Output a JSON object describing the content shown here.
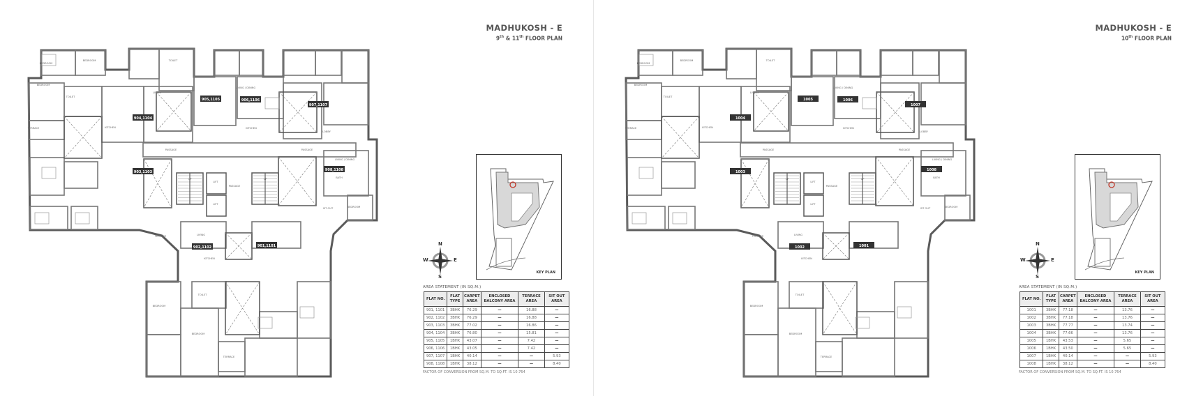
{
  "pages": [
    {
      "title": "MADHUKOSH - E",
      "subtitle": {
        "a": "9",
        "a_sup": "th",
        "b": " & 11",
        "b_sup": "th",
        "c": " FLOOR PLAN"
      },
      "flats": [
        "904,1104",
        "905,1105",
        "906,1106",
        "907,1107",
        "903,1103",
        "908,1108",
        "902,1102",
        "901,1101"
      ],
      "key_plan_label": "KEY PLAN",
      "area_statement_title": "AREA STATEMENT (IN SQ.M.)",
      "table": {
        "headers": [
          "FLAT NO.",
          "FLAT TYPE",
          "CARPET AREA",
          "ENCLOSED BALCONY AREA",
          "TERRACE AREA",
          "SIT OUT AREA"
        ],
        "rows": [
          [
            "901, 1101",
            "3BHK",
            "76.29",
            "—",
            "16.88",
            "—"
          ],
          [
            "902, 1102",
            "3BHK",
            "76.29",
            "—",
            "16.88",
            "—"
          ],
          [
            "903, 1103",
            "3BHK",
            "77.02",
            "—",
            "16.86",
            "—"
          ],
          [
            "904, 1104",
            "3BHK",
            "76.80",
            "—",
            "15.81",
            "—"
          ],
          [
            "905, 1105",
            "1BHK",
            "43.07",
            "—",
            "7.42",
            "—"
          ],
          [
            "906, 1106",
            "1BHK",
            "43.05",
            "—",
            "7.42",
            "—"
          ],
          [
            "907, 1107",
            "1BHK",
            "40.14",
            "—",
            "—",
            "5.93"
          ],
          [
            "908, 1108",
            "1BHK",
            "38.12",
            "—",
            "—",
            "8.40"
          ]
        ]
      },
      "footnote": "FACTOR OF CONVERSION FROM SQ.M. TO SQ.FT. IS 10.764"
    },
    {
      "title": "MADHUKOSH - E",
      "subtitle": {
        "a": "10",
        "a_sup": "th",
        "b": "",
        "b_sup": "",
        "c": " FLOOR PLAN"
      },
      "flats": [
        "1004",
        "1005",
        "1006",
        "1007",
        "1003",
        "1008",
        "1002",
        "1001"
      ],
      "key_plan_label": "KEY PLAN",
      "area_statement_title": "AREA STATEMENT (IN SQ.M.)",
      "table": {
        "headers": [
          "FLAT NO.",
          "FLAT TYPE",
          "CARPET AREA",
          "ENCLOSED BALCONY AREA",
          "TERRACE AREA",
          "SIT OUT AREA"
        ],
        "rows": [
          [
            "1001",
            "3BHK",
            "77.18",
            "—",
            "13.76",
            "—"
          ],
          [
            "1002",
            "3BHK",
            "77.18",
            "—",
            "13.76",
            "—"
          ],
          [
            "1003",
            "3BHK",
            "77.77",
            "—",
            "13.74",
            "—"
          ],
          [
            "1004",
            "3BHK",
            "77.66",
            "—",
            "13.76",
            "—"
          ],
          [
            "1005",
            "1BHK",
            "43.53",
            "—",
            "5.65",
            "—"
          ],
          [
            "1006",
            "1BHK",
            "43.50",
            "—",
            "5.65",
            "—"
          ],
          [
            "1007",
            "1BHK",
            "40.14",
            "—",
            "—",
            "5.93"
          ],
          [
            "1008",
            "1BHK",
            "38.12",
            "—",
            "—",
            "8.40"
          ]
        ]
      },
      "footnote": "FACTOR OF CONVERSION FROM SQ.M. TO SQ.FT. IS 10.764"
    }
  ],
  "compass": {
    "n": "N",
    "s": "S",
    "e": "E",
    "w": "W"
  },
  "room_labels": {
    "passage": "PASSAGE",
    "living": "LIVING",
    "living_dining": "LIVING / DINING",
    "kitchen": "KITCHEN",
    "bedroom": "BEDROOM",
    "toilet": "TOILET",
    "bath": "BATH",
    "lift": "LIFT",
    "terrace": "TERRACE",
    "sit_out": "SIT OUT",
    "lobby": "LOBBY",
    "up": "UP"
  },
  "colors": {
    "wall": "#5a5a5a",
    "flat_tag": "#333333",
    "key_highlight": "#c0392b"
  }
}
